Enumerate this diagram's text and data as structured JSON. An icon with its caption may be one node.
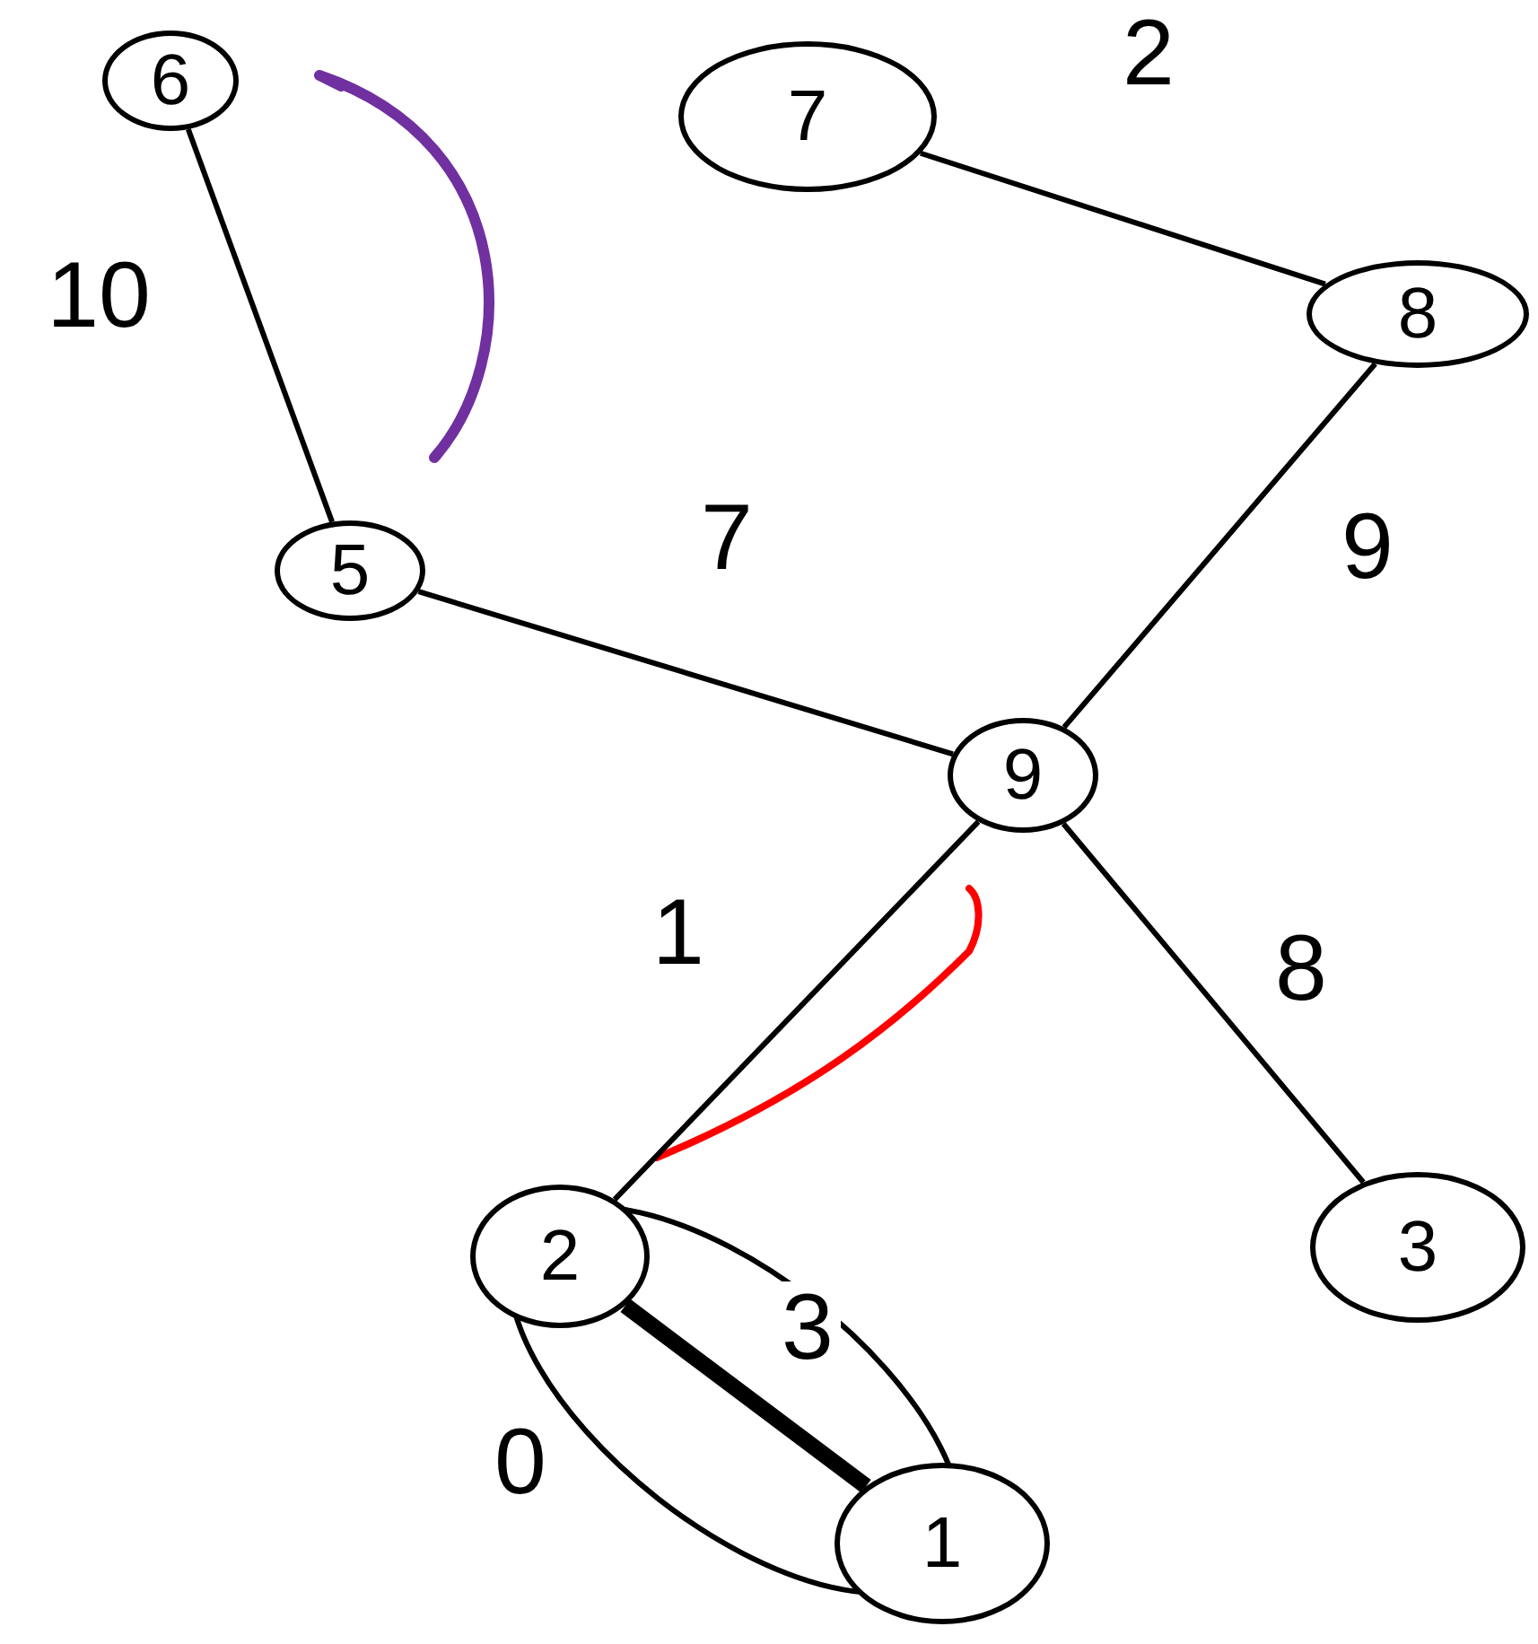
{
  "diagram": {
    "nodes": [
      {
        "text": [
          "6"
        ]
      },
      {
        "text": [
          "7"
        ]
      },
      {
        "text": [
          "8"
        ]
      },
      {
        "text": [
          "5"
        ]
      },
      {
        "text": [
          "9"
        ]
      },
      {
        "text": [
          "2"
        ]
      },
      {
        "text": [
          "3"
        ]
      },
      {
        "text": [
          "1"
        ]
      }
    ],
    "edges": [
      {
        "from": 0,
        "to": 3,
        "arrow": "none",
        "label": "10"
      },
      {
        "from": 1,
        "to": 2,
        "arrow": "none",
        "label": "2"
      },
      {
        "from": 2,
        "to": 4,
        "arrow": "none",
        "label": "9"
      },
      {
        "from": 3,
        "to": 4,
        "arrow": "none",
        "label": "7"
      },
      {
        "from": 4,
        "to": 5,
        "arrow": "none",
        "label": "1"
      },
      {
        "from": 4,
        "to": 6,
        "arrow": "none",
        "label": "8"
      },
      {
        "from": 5,
        "to": 7,
        "arrow": "none",
        "label": "3",
        "style": "thick"
      }
    ],
    "labels": [
      "0"
    ]
  }
}
